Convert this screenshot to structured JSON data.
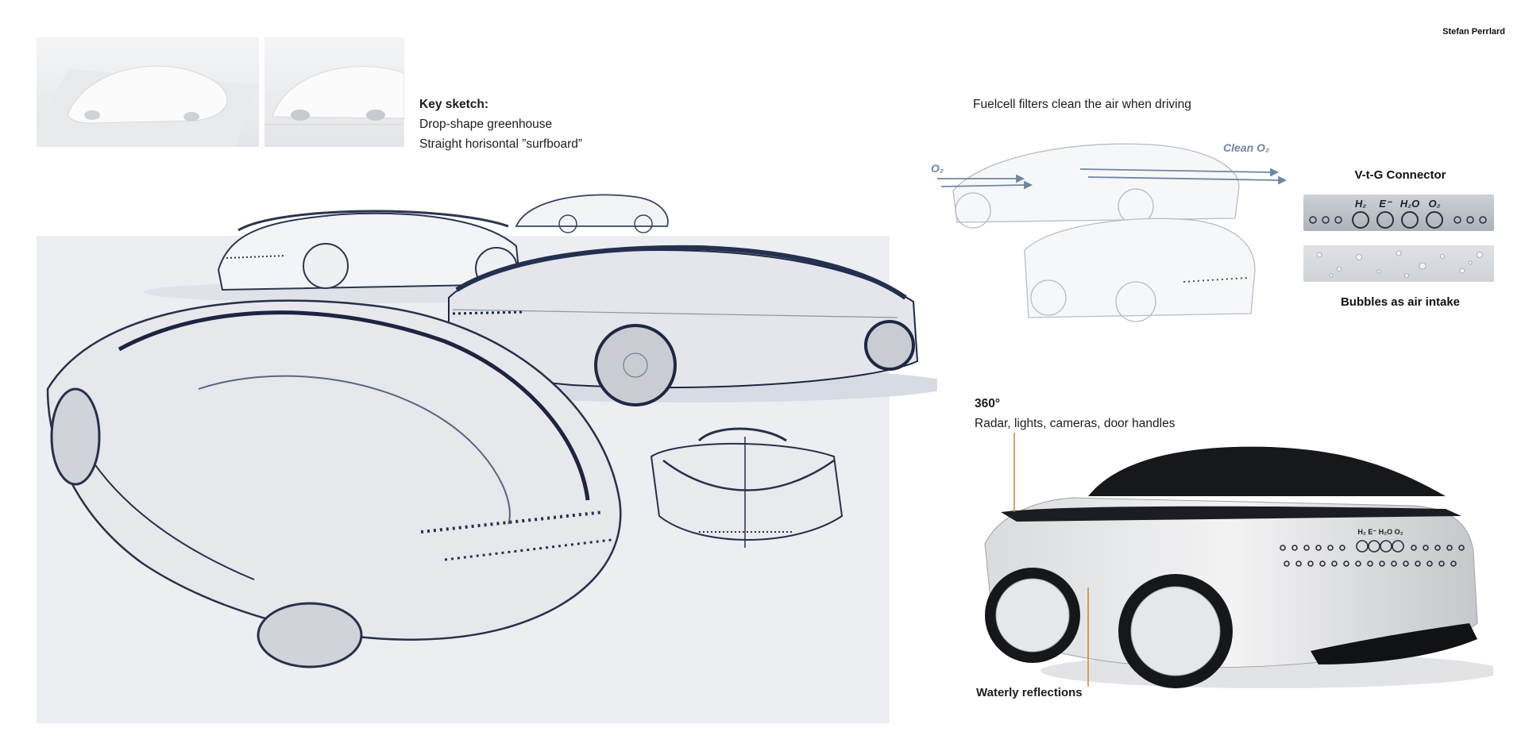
{
  "author": "Stefan Perrlard",
  "key_sketch": {
    "heading": "Key sketch:",
    "line1": "Drop-shape greenhouse",
    "line2": "Straight horisontal ”surfboard”"
  },
  "fuelcell": {
    "caption": "Fuelcell filters clean the air when driving",
    "o2_label": "O₂",
    "clean_label": "Clean O₂"
  },
  "connector": {
    "title": "V-t-G Connector",
    "symbols": [
      "H₂",
      "E⁻",
      "H₂O",
      "O₂"
    ],
    "bubbles_caption": "Bubbles as air intake"
  },
  "render": {
    "heading": "360°",
    "subtitle": "Radar, lights, cameras, door handles",
    "reflections": "Waterly reflections",
    "plate_symbols": "H₂ E⁻ H₂O O₂"
  },
  "colors": {
    "accent_orange": "#c9892a",
    "arrow_blue": "#6f86a3",
    "panel_bg": "#eceef2"
  }
}
